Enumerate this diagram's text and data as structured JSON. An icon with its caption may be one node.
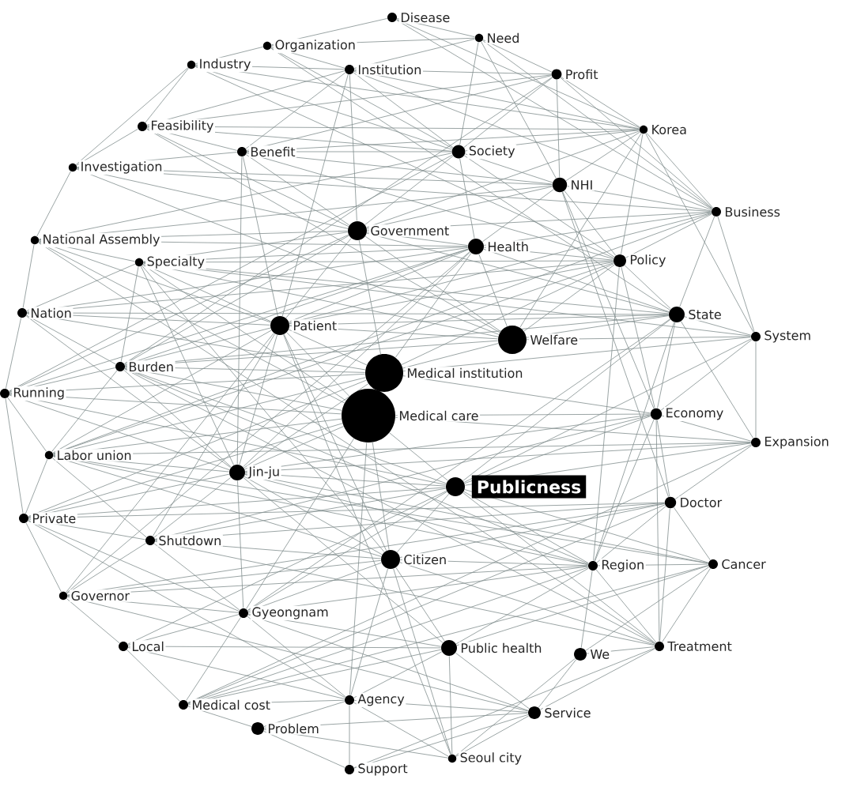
{
  "diagram": {
    "nodes": [
      {
        "text": [
          "Disease"
        ]
      },
      {
        "text": [
          "Need"
        ]
      },
      {
        "text": [
          "Organization"
        ]
      },
      {
        "text": [
          "Industry"
        ]
      },
      {
        "text": [
          "Institution"
        ]
      },
      {
        "text": [
          "Profit"
        ]
      },
      {
        "text": [
          "Feasibility"
        ]
      },
      {
        "text": [
          "Korea"
        ]
      },
      {
        "text": [
          "Society"
        ]
      },
      {
        "text": [
          "Benefit"
        ]
      },
      {
        "text": [
          "Investigation"
        ]
      },
      {
        "text": [
          "NHI"
        ]
      },
      {
        "text": [
          "Business"
        ]
      },
      {
        "text": [
          "Government"
        ]
      },
      {
        "text": [
          "National Assembly"
        ]
      },
      {
        "text": [
          "Health"
        ]
      },
      {
        "text": [
          "Policy"
        ]
      },
      {
        "text": [
          "Specialty"
        ]
      },
      {
        "text": [
          "Nation"
        ]
      },
      {
        "text": [
          "State"
        ]
      },
      {
        "text": [
          "Patient"
        ]
      },
      {
        "text": [
          "System"
        ]
      },
      {
        "text": [
          "Welfare"
        ]
      },
      {
        "text": [
          "Burden"
        ]
      },
      {
        "text": [
          "Medical institution"
        ]
      },
      {
        "text": [
          "Running"
        ]
      },
      {
        "text": [
          "Economy"
        ]
      },
      {
        "text": [
          "Medical care"
        ]
      },
      {
        "text": [
          "Expansion"
        ]
      },
      {
        "text": [
          "Labor union"
        ]
      },
      {
        "text": [
          "Jin-ju"
        ]
      },
      {
        "text": [
          "Publicness"
        ]
      },
      {
        "text": [
          "Doctor"
        ]
      },
      {
        "text": [
          "Private"
        ]
      },
      {
        "text": [
          "Shutdown"
        ]
      },
      {
        "text": [
          "Citizen"
        ]
      },
      {
        "text": [
          "Cancer"
        ]
      },
      {
        "text": [
          "Region"
        ]
      },
      {
        "text": [
          "Governor"
        ]
      },
      {
        "text": [
          "Gyeongnam"
        ]
      },
      {
        "text": [
          "Local"
        ]
      },
      {
        "text": [
          "Treatment"
        ]
      },
      {
        "text": [
          "Public health"
        ]
      },
      {
        "text": [
          "We"
        ]
      },
      {
        "text": [
          "Agency"
        ]
      },
      {
        "text": [
          "Medical cost"
        ]
      },
      {
        "text": [
          "Service"
        ]
      },
      {
        "text": [
          "Problem"
        ]
      },
      {
        "text": [
          "Seoul city"
        ]
      },
      {
        "text": [
          "Support"
        ]
      }
    ],
    "edges": [
      {
        "from": 0,
        "to": 1,
        "arrow": "none"
      },
      {
        "from": 0,
        "to": 2,
        "arrow": "none"
      },
      {
        "from": 0,
        "to": 7,
        "arrow": "none"
      },
      {
        "from": 0,
        "to": 12,
        "arrow": "none"
      },
      {
        "from": 1,
        "to": 2,
        "arrow": "none"
      },
      {
        "from": 1,
        "to": 4,
        "arrow": "none"
      },
      {
        "from": 1,
        "to": 5,
        "arrow": "none"
      },
      {
        "from": 1,
        "to": 8,
        "arrow": "none"
      },
      {
        "from": 1,
        "to": 11,
        "arrow": "none"
      },
      {
        "from": 1,
        "to": 12,
        "arrow": "none"
      },
      {
        "from": 2,
        "to": 3,
        "arrow": "none"
      },
      {
        "from": 2,
        "to": 4,
        "arrow": "none"
      },
      {
        "from": 2,
        "to": 8,
        "arrow": "none"
      },
      {
        "from": 2,
        "to": 19,
        "arrow": "none"
      },
      {
        "from": 3,
        "to": 4,
        "arrow": "none"
      },
      {
        "from": 3,
        "to": 6,
        "arrow": "none"
      },
      {
        "from": 3,
        "to": 7,
        "arrow": "none"
      },
      {
        "from": 3,
        "to": 8,
        "arrow": "none"
      },
      {
        "from": 3,
        "to": 10,
        "arrow": "none"
      },
      {
        "from": 3,
        "to": 16,
        "arrow": "none"
      },
      {
        "from": 4,
        "to": 5,
        "arrow": "none"
      },
      {
        "from": 4,
        "to": 6,
        "arrow": "none"
      },
      {
        "from": 4,
        "to": 7,
        "arrow": "none"
      },
      {
        "from": 4,
        "to": 8,
        "arrow": "none"
      },
      {
        "from": 4,
        "to": 9,
        "arrow": "none"
      },
      {
        "from": 4,
        "to": 12,
        "arrow": "none"
      },
      {
        "from": 4,
        "to": 13,
        "arrow": "none"
      },
      {
        "from": 4,
        "to": 20,
        "arrow": "none"
      },
      {
        "from": 5,
        "to": 6,
        "arrow": "none"
      },
      {
        "from": 5,
        "to": 7,
        "arrow": "none"
      },
      {
        "from": 5,
        "to": 8,
        "arrow": "none"
      },
      {
        "from": 5,
        "to": 9,
        "arrow": "none"
      },
      {
        "from": 5,
        "to": 11,
        "arrow": "none"
      },
      {
        "from": 5,
        "to": 12,
        "arrow": "none"
      },
      {
        "from": 5,
        "to": 23,
        "arrow": "none"
      },
      {
        "from": 6,
        "to": 7,
        "arrow": "none"
      },
      {
        "from": 6,
        "to": 8,
        "arrow": "none"
      },
      {
        "from": 6,
        "to": 9,
        "arrow": "none"
      },
      {
        "from": 6,
        "to": 10,
        "arrow": "none"
      },
      {
        "from": 6,
        "to": 13,
        "arrow": "none"
      },
      {
        "from": 6,
        "to": 22,
        "arrow": "none"
      },
      {
        "from": 7,
        "to": 8,
        "arrow": "none"
      },
      {
        "from": 7,
        "to": 9,
        "arrow": "none"
      },
      {
        "from": 7,
        "to": 11,
        "arrow": "none"
      },
      {
        "from": 7,
        "to": 12,
        "arrow": "none"
      },
      {
        "from": 7,
        "to": 13,
        "arrow": "none"
      },
      {
        "from": 7,
        "to": 16,
        "arrow": "none"
      },
      {
        "from": 7,
        "to": 21,
        "arrow": "none"
      },
      {
        "from": 7,
        "to": 22,
        "arrow": "none"
      },
      {
        "from": 8,
        "to": 9,
        "arrow": "none"
      },
      {
        "from": 8,
        "to": 11,
        "arrow": "none"
      },
      {
        "from": 8,
        "to": 13,
        "arrow": "none"
      },
      {
        "from": 8,
        "to": 14,
        "arrow": "none"
      },
      {
        "from": 8,
        "to": 15,
        "arrow": "none"
      },
      {
        "from": 8,
        "to": 16,
        "arrow": "none"
      },
      {
        "from": 8,
        "to": 25,
        "arrow": "none"
      },
      {
        "from": 9,
        "to": 10,
        "arrow": "none"
      },
      {
        "from": 9,
        "to": 11,
        "arrow": "none"
      },
      {
        "from": 9,
        "to": 13,
        "arrow": "none"
      },
      {
        "from": 9,
        "to": 16,
        "arrow": "none"
      },
      {
        "from": 9,
        "to": 20,
        "arrow": "none"
      },
      {
        "from": 9,
        "to": 30,
        "arrow": "none"
      },
      {
        "from": 10,
        "to": 11,
        "arrow": "none"
      },
      {
        "from": 10,
        "to": 12,
        "arrow": "none"
      },
      {
        "from": 10,
        "to": 13,
        "arrow": "none"
      },
      {
        "from": 10,
        "to": 14,
        "arrow": "none"
      },
      {
        "from": 10,
        "to": 22,
        "arrow": "none"
      },
      {
        "from": 11,
        "to": 12,
        "arrow": "none"
      },
      {
        "from": 11,
        "to": 13,
        "arrow": "none"
      },
      {
        "from": 11,
        "to": 14,
        "arrow": "none"
      },
      {
        "from": 11,
        "to": 15,
        "arrow": "none"
      },
      {
        "from": 11,
        "to": 16,
        "arrow": "none"
      },
      {
        "from": 11,
        "to": 26,
        "arrow": "none"
      },
      {
        "from": 11,
        "to": 32,
        "arrow": "none"
      },
      {
        "from": 12,
        "to": 13,
        "arrow": "none"
      },
      {
        "from": 12,
        "to": 15,
        "arrow": "none"
      },
      {
        "from": 12,
        "to": 16,
        "arrow": "none"
      },
      {
        "from": 12,
        "to": 19,
        "arrow": "none"
      },
      {
        "from": 12,
        "to": 20,
        "arrow": "none"
      },
      {
        "from": 12,
        "to": 21,
        "arrow": "none"
      },
      {
        "from": 12,
        "to": 29,
        "arrow": "none"
      },
      {
        "from": 13,
        "to": 14,
        "arrow": "none"
      },
      {
        "from": 13,
        "to": 15,
        "arrow": "none"
      },
      {
        "from": 13,
        "to": 17,
        "arrow": "none"
      },
      {
        "from": 13,
        "to": 19,
        "arrow": "none"
      },
      {
        "from": 13,
        "to": 20,
        "arrow": "none"
      },
      {
        "from": 13,
        "to": 22,
        "arrow": "none"
      },
      {
        "from": 13,
        "to": 23,
        "arrow": "none"
      },
      {
        "from": 13,
        "to": 24,
        "arrow": "none"
      },
      {
        "from": 13,
        "to": 25,
        "arrow": "none"
      },
      {
        "from": 14,
        "to": 15,
        "arrow": "none"
      },
      {
        "from": 14,
        "to": 17,
        "arrow": "none"
      },
      {
        "from": 14,
        "to": 18,
        "arrow": "none"
      },
      {
        "from": 14,
        "to": 20,
        "arrow": "none"
      },
      {
        "from": 14,
        "to": 27,
        "arrow": "none"
      },
      {
        "from": 14,
        "to": 41,
        "arrow": "none"
      },
      {
        "from": 15,
        "to": 16,
        "arrow": "none"
      },
      {
        "from": 15,
        "to": 17,
        "arrow": "none"
      },
      {
        "from": 15,
        "to": 18,
        "arrow": "none"
      },
      {
        "from": 15,
        "to": 19,
        "arrow": "none"
      },
      {
        "from": 15,
        "to": 20,
        "arrow": "none"
      },
      {
        "from": 15,
        "to": 22,
        "arrow": "none"
      },
      {
        "from": 15,
        "to": 23,
        "arrow": "none"
      },
      {
        "from": 15,
        "to": 24,
        "arrow": "none"
      },
      {
        "from": 15,
        "to": 25,
        "arrow": "none"
      },
      {
        "from": 15,
        "to": 30,
        "arrow": "none"
      },
      {
        "from": 15,
        "to": 38,
        "arrow": "none"
      },
      {
        "from": 16,
        "to": 17,
        "arrow": "none"
      },
      {
        "from": 16,
        "to": 18,
        "arrow": "none"
      },
      {
        "from": 16,
        "to": 19,
        "arrow": "none"
      },
      {
        "from": 16,
        "to": 20,
        "arrow": "none"
      },
      {
        "from": 16,
        "to": 22,
        "arrow": "none"
      },
      {
        "from": 16,
        "to": 24,
        "arrow": "none"
      },
      {
        "from": 16,
        "to": 26,
        "arrow": "none"
      },
      {
        "from": 16,
        "to": 29,
        "arrow": "none"
      },
      {
        "from": 16,
        "to": 37,
        "arrow": "none"
      },
      {
        "from": 17,
        "to": 18,
        "arrow": "none"
      },
      {
        "from": 17,
        "to": 19,
        "arrow": "none"
      },
      {
        "from": 17,
        "to": 20,
        "arrow": "none"
      },
      {
        "from": 17,
        "to": 21,
        "arrow": "none"
      },
      {
        "from": 17,
        "to": 22,
        "arrow": "none"
      },
      {
        "from": 17,
        "to": 23,
        "arrow": "none"
      },
      {
        "from": 17,
        "to": 27,
        "arrow": "none"
      },
      {
        "from": 17,
        "to": 30,
        "arrow": "none"
      },
      {
        "from": 17,
        "to": 35,
        "arrow": "none"
      },
      {
        "from": 18,
        "to": 19,
        "arrow": "none"
      },
      {
        "from": 18,
        "to": 20,
        "arrow": "none"
      },
      {
        "from": 18,
        "to": 23,
        "arrow": "none"
      },
      {
        "from": 18,
        "to": 24,
        "arrow": "none"
      },
      {
        "from": 18,
        "to": 25,
        "arrow": "none"
      },
      {
        "from": 18,
        "to": 30,
        "arrow": "none"
      },
      {
        "from": 19,
        "to": 20,
        "arrow": "none"
      },
      {
        "from": 19,
        "to": 21,
        "arrow": "none"
      },
      {
        "from": 19,
        "to": 22,
        "arrow": "none"
      },
      {
        "from": 19,
        "to": 23,
        "arrow": "none"
      },
      {
        "from": 19,
        "to": 26,
        "arrow": "none"
      },
      {
        "from": 19,
        "to": 28,
        "arrow": "none"
      },
      {
        "from": 19,
        "to": 31,
        "arrow": "none"
      },
      {
        "from": 19,
        "to": 37,
        "arrow": "none"
      },
      {
        "from": 19,
        "to": 39,
        "arrow": "none"
      },
      {
        "from": 20,
        "to": 22,
        "arrow": "none"
      },
      {
        "from": 20,
        "to": 23,
        "arrow": "none"
      },
      {
        "from": 20,
        "to": 24,
        "arrow": "none"
      },
      {
        "from": 20,
        "to": 27,
        "arrow": "none"
      },
      {
        "from": 20,
        "to": 29,
        "arrow": "none"
      },
      {
        "from": 20,
        "to": 30,
        "arrow": "none"
      },
      {
        "from": 20,
        "to": 34,
        "arrow": "none"
      },
      {
        "from": 20,
        "to": 35,
        "arrow": "none"
      },
      {
        "from": 20,
        "to": 38,
        "arrow": "none"
      },
      {
        "from": 20,
        "to": 48,
        "arrow": "none"
      },
      {
        "from": 21,
        "to": 22,
        "arrow": "none"
      },
      {
        "from": 21,
        "to": 24,
        "arrow": "none"
      },
      {
        "from": 21,
        "to": 26,
        "arrow": "none"
      },
      {
        "from": 21,
        "to": 28,
        "arrow": "none"
      },
      {
        "from": 21,
        "to": 31,
        "arrow": "none"
      },
      {
        "from": 22,
        "to": 23,
        "arrow": "none"
      },
      {
        "from": 22,
        "to": 24,
        "arrow": "none"
      },
      {
        "from": 23,
        "to": 24,
        "arrow": "none"
      },
      {
        "from": 23,
        "to": 25,
        "arrow": "none"
      },
      {
        "from": 23,
        "to": 27,
        "arrow": "none"
      },
      {
        "from": 23,
        "to": 29,
        "arrow": "none"
      },
      {
        "from": 23,
        "to": 30,
        "arrow": "none"
      },
      {
        "from": 23,
        "to": 31,
        "arrow": "none"
      },
      {
        "from": 23,
        "to": 37,
        "arrow": "none"
      },
      {
        "from": 23,
        "to": 41,
        "arrow": "none"
      },
      {
        "from": 24,
        "to": 25,
        "arrow": "none"
      },
      {
        "from": 24,
        "to": 26,
        "arrow": "none"
      },
      {
        "from": 24,
        "to": 29,
        "arrow": "none"
      },
      {
        "from": 24,
        "to": 30,
        "arrow": "none"
      },
      {
        "from": 24,
        "to": 33,
        "arrow": "none"
      },
      {
        "from": 25,
        "to": 27,
        "arrow": "none"
      },
      {
        "from": 25,
        "to": 29,
        "arrow": "none"
      },
      {
        "from": 25,
        "to": 30,
        "arrow": "none"
      },
      {
        "from": 25,
        "to": 31,
        "arrow": "none"
      },
      {
        "from": 25,
        "to": 33,
        "arrow": "none"
      },
      {
        "from": 26,
        "to": 27,
        "arrow": "none"
      },
      {
        "from": 26,
        "to": 28,
        "arrow": "none"
      },
      {
        "from": 26,
        "to": 30,
        "arrow": "none"
      },
      {
        "from": 26,
        "to": 31,
        "arrow": "none"
      },
      {
        "from": 26,
        "to": 32,
        "arrow": "none"
      },
      {
        "from": 26,
        "to": 34,
        "arrow": "none"
      },
      {
        "from": 26,
        "to": 37,
        "arrow": "none"
      },
      {
        "from": 26,
        "to": 41,
        "arrow": "none"
      },
      {
        "from": 27,
        "to": 28,
        "arrow": "none"
      },
      {
        "from": 27,
        "to": 29,
        "arrow": "none"
      },
      {
        "from": 27,
        "to": 30,
        "arrow": "none"
      },
      {
        "from": 27,
        "to": 31,
        "arrow": "none"
      },
      {
        "from": 27,
        "to": 33,
        "arrow": "none"
      },
      {
        "from": 27,
        "to": 35,
        "arrow": "none"
      },
      {
        "from": 27,
        "to": 39,
        "arrow": "none"
      },
      {
        "from": 27,
        "to": 44,
        "arrow": "none"
      },
      {
        "from": 28,
        "to": 29,
        "arrow": "none"
      },
      {
        "from": 28,
        "to": 30,
        "arrow": "none"
      },
      {
        "from": 28,
        "to": 31,
        "arrow": "none"
      },
      {
        "from": 28,
        "to": 32,
        "arrow": "none"
      },
      {
        "from": 28,
        "to": 45,
        "arrow": "none"
      },
      {
        "from": 29,
        "to": 30,
        "arrow": "none"
      },
      {
        "from": 29,
        "to": 33,
        "arrow": "none"
      },
      {
        "from": 29,
        "to": 34,
        "arrow": "none"
      },
      {
        "from": 29,
        "to": 35,
        "arrow": "none"
      },
      {
        "from": 29,
        "to": 36,
        "arrow": "none"
      },
      {
        "from": 29,
        "to": 37,
        "arrow": "none"
      },
      {
        "from": 30,
        "to": 31,
        "arrow": "none"
      },
      {
        "from": 30,
        "to": 33,
        "arrow": "none"
      },
      {
        "from": 30,
        "to": 34,
        "arrow": "none"
      },
      {
        "from": 30,
        "to": 35,
        "arrow": "none"
      },
      {
        "from": 30,
        "to": 36,
        "arrow": "none"
      },
      {
        "from": 30,
        "to": 37,
        "arrow": "none"
      },
      {
        "from": 30,
        "to": 39,
        "arrow": "none"
      },
      {
        "from": 30,
        "to": 42,
        "arrow": "none"
      },
      {
        "from": 31,
        "to": 33,
        "arrow": "none"
      },
      {
        "from": 31,
        "to": 34,
        "arrow": "none"
      },
      {
        "from": 31,
        "to": 35,
        "arrow": "none"
      },
      {
        "from": 31,
        "to": 36,
        "arrow": "none"
      },
      {
        "from": 31,
        "to": 37,
        "arrow": "none"
      },
      {
        "from": 31,
        "to": 39,
        "arrow": "none"
      },
      {
        "from": 31,
        "to": 40,
        "arrow": "none"
      },
      {
        "from": 31,
        "to": 41,
        "arrow": "none"
      },
      {
        "from": 32,
        "to": 33,
        "arrow": "none"
      },
      {
        "from": 32,
        "to": 34,
        "arrow": "none"
      },
      {
        "from": 32,
        "to": 35,
        "arrow": "none"
      },
      {
        "from": 32,
        "to": 36,
        "arrow": "none"
      },
      {
        "from": 32,
        "to": 37,
        "arrow": "none"
      },
      {
        "from": 32,
        "to": 38,
        "arrow": "none"
      },
      {
        "from": 32,
        "to": 41,
        "arrow": "none"
      },
      {
        "from": 32,
        "to": 45,
        "arrow": "none"
      },
      {
        "from": 33,
        "to": 34,
        "arrow": "none"
      },
      {
        "from": 33,
        "to": 38,
        "arrow": "none"
      },
      {
        "from": 33,
        "to": 39,
        "arrow": "none"
      },
      {
        "from": 33,
        "to": 44,
        "arrow": "none"
      },
      {
        "from": 34,
        "to": 35,
        "arrow": "none"
      },
      {
        "from": 34,
        "to": 38,
        "arrow": "none"
      },
      {
        "from": 34,
        "to": 39,
        "arrow": "none"
      },
      {
        "from": 34,
        "to": 41,
        "arrow": "none"
      },
      {
        "from": 35,
        "to": 37,
        "arrow": "none"
      },
      {
        "from": 35,
        "to": 38,
        "arrow": "none"
      },
      {
        "from": 35,
        "to": 39,
        "arrow": "none"
      },
      {
        "from": 35,
        "to": 41,
        "arrow": "none"
      },
      {
        "from": 35,
        "to": 42,
        "arrow": "none"
      },
      {
        "from": 35,
        "to": 44,
        "arrow": "none"
      },
      {
        "from": 35,
        "to": 48,
        "arrow": "none"
      },
      {
        "from": 36,
        "to": 37,
        "arrow": "none"
      },
      {
        "from": 36,
        "to": 41,
        "arrow": "none"
      },
      {
        "from": 36,
        "to": 42,
        "arrow": "none"
      },
      {
        "from": 36,
        "to": 43,
        "arrow": "none"
      },
      {
        "from": 36,
        "to": 45,
        "arrow": "none"
      },
      {
        "from": 37,
        "to": 38,
        "arrow": "none"
      },
      {
        "from": 37,
        "to": 39,
        "arrow": "none"
      },
      {
        "from": 37,
        "to": 41,
        "arrow": "none"
      },
      {
        "from": 37,
        "to": 42,
        "arrow": "none"
      },
      {
        "from": 37,
        "to": 43,
        "arrow": "none"
      },
      {
        "from": 37,
        "to": 45,
        "arrow": "none"
      },
      {
        "from": 38,
        "to": 39,
        "arrow": "none"
      },
      {
        "from": 38,
        "to": 40,
        "arrow": "none"
      },
      {
        "from": 38,
        "to": 46,
        "arrow": "none"
      },
      {
        "from": 39,
        "to": 40,
        "arrow": "none"
      },
      {
        "from": 39,
        "to": 42,
        "arrow": "none"
      },
      {
        "from": 39,
        "to": 44,
        "arrow": "none"
      },
      {
        "from": 39,
        "to": 45,
        "arrow": "none"
      },
      {
        "from": 39,
        "to": 46,
        "arrow": "none"
      },
      {
        "from": 40,
        "to": 42,
        "arrow": "none"
      },
      {
        "from": 40,
        "to": 44,
        "arrow": "none"
      },
      {
        "from": 40,
        "to": 45,
        "arrow": "none"
      },
      {
        "from": 41,
        "to": 43,
        "arrow": "none"
      },
      {
        "from": 41,
        "to": 46,
        "arrow": "none"
      },
      {
        "from": 41,
        "to": 49,
        "arrow": "none"
      },
      {
        "from": 42,
        "to": 44,
        "arrow": "none"
      },
      {
        "from": 42,
        "to": 45,
        "arrow": "none"
      },
      {
        "from": 42,
        "to": 46,
        "arrow": "none"
      },
      {
        "from": 42,
        "to": 48,
        "arrow": "none"
      },
      {
        "from": 43,
        "to": 46,
        "arrow": "none"
      },
      {
        "from": 43,
        "to": 48,
        "arrow": "none"
      },
      {
        "from": 44,
        "to": 45,
        "arrow": "none"
      },
      {
        "from": 44,
        "to": 46,
        "arrow": "none"
      },
      {
        "from": 44,
        "to": 47,
        "arrow": "none"
      },
      {
        "from": 44,
        "to": 48,
        "arrow": "none"
      },
      {
        "from": 44,
        "to": 49,
        "arrow": "none"
      },
      {
        "from": 45,
        "to": 47,
        "arrow": "none"
      },
      {
        "from": 46,
        "to": 47,
        "arrow": "none"
      },
      {
        "from": 46,
        "to": 48,
        "arrow": "none"
      },
      {
        "from": 46,
        "to": 49,
        "arrow": "none"
      },
      {
        "from": 47,
        "to": 48,
        "arrow": "none"
      },
      {
        "from": 47,
        "to": 49,
        "arrow": "none"
      }
    ]
  }
}
